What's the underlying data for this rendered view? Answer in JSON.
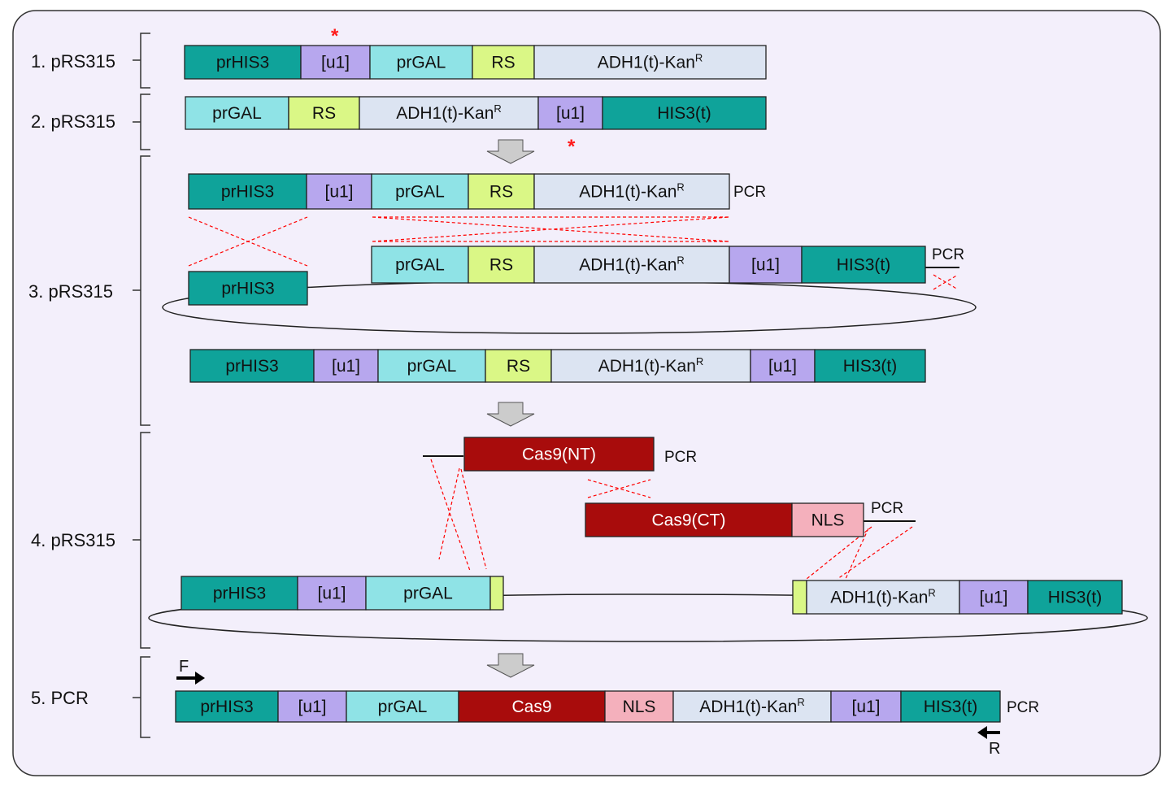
{
  "colors": {
    "panel_bg": "#f3effb",
    "panel_border": "#333333",
    "prHIS3": "#0fa39a",
    "u1": "#b7a7ee",
    "prGAL": "#8fe3e6",
    "RS": "#daf786",
    "ADH": "#dce4f2",
    "HIS3t": "#0fa39a",
    "cas9": "#a80c0c",
    "NLS": "#f4b0bc",
    "cross": "#ff0000",
    "asterisk": "#ff1a1a",
    "arrow": "#cccccc"
  },
  "labels": {
    "row1": "1. pRS315",
    "row2": "2. pRS315",
    "row3": "3. pRS315",
    "row4": "4. pRS315",
    "row5": "5. PCR"
  },
  "segments": {
    "prHIS3": "prHIS3",
    "u1": "[u1]",
    "prGAL": "prGAL",
    "RS": "RS",
    "ADH_base": "ADH1(t)-Kan",
    "ADH_sup": "R",
    "HIS3t": "HIS3(t)",
    "cas9_nt": "Cas9(NT)",
    "cas9_ct": "Cas9(CT)",
    "cas9": "Cas9",
    "NLS": "NLS"
  },
  "annotations": {
    "pcr": "PCR",
    "asterisk": "*",
    "forward_primer": "F",
    "reverse_primer": "R"
  },
  "icons": {
    "step_arrow": "down-arrow-icon",
    "forward_primer": "right-arrow-icon",
    "reverse_primer": "left-arrow-icon"
  }
}
